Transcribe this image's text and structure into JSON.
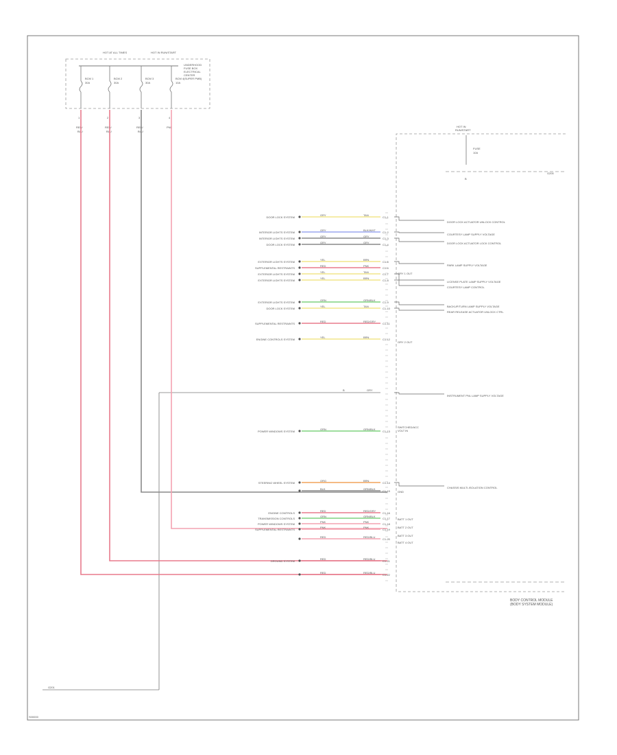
{
  "fuse_block_labels": {
    "hot_at_all_times": "HOT AT ALL TIMES",
    "hot_in_run_start": "HOT IN RUN/START",
    "notes": [
      "UNDERHOOD",
      "FUSE BOX",
      "ELECTRICAL",
      "CENTER",
      "(SUPER PMB)"
    ]
  },
  "fuses": [
    {
      "name": "BCM 1",
      "amps": "30A",
      "pin": "1"
    },
    {
      "name": "BCM 2",
      "amps": "30A",
      "pin": "2"
    },
    {
      "name": "BCM 3",
      "amps": "30A",
      "pin": "3"
    },
    {
      "name": "BCM 4",
      "amps": "10A",
      "pin": "4"
    }
  ],
  "fuse_circuits": [
    {
      "code": "RED/",
      "sub": "BLU"
    },
    {
      "code": "RED/",
      "sub": "BLU"
    },
    {
      "code": "RED/",
      "sub": "BLU"
    },
    {
      "code": "PNK",
      "sub": ""
    }
  ],
  "bcm_top": {
    "hot": "HOT IN",
    "hot_sub": "RUN/START",
    "fuse": "FUSE",
    "fuse_sub": "10A",
    "ground": "G200",
    "ground_pin": "B"
  },
  "left_signals": [
    {
      "label": "DOOR LOCK SYSTEM",
      "wire": "GRY",
      "color": "TAN",
      "pin": "C1-1"
    },
    {
      "label": "INTERIOR LIGHTS SYSTEM",
      "wire": "GRY",
      "color": "BLK/WHT",
      "pin": "C1-2"
    },
    {
      "label": "INTERIOR LIGHTS SYSTEM",
      "wire": "GRY",
      "color": "GRY",
      "pin": "C1-3"
    },
    {
      "label": "DOOR LOCK SYSTEM",
      "wire": "GRY",
      "color": "GRY",
      "pin": "C1-4"
    },
    {
      "label": "EXTERIOR LIGHTS SYSTEM",
      "wire": "YEL",
      "color": "BRN",
      "pin": "C1-5"
    },
    {
      "label": "SUPPLEMENTAL RESTRAINTS",
      "wire": "RED",
      "color": "PNK",
      "pin": "C1-6"
    },
    {
      "label": "EXTERIOR LIGHTS SYSTEM",
      "wire": "YEL",
      "color": "TAN",
      "pin": "C1-7"
    },
    {
      "label": "EXTERIOR LIGHTS SYSTEM",
      "wire": "YEL",
      "color": "BRN",
      "pin": "C1-8"
    },
    {
      "label": "EXTERIOR LIGHTS SYSTEM",
      "wire": "GRN",
      "color": "GRN/BLK",
      "pin": "C1-9"
    },
    {
      "label": "DOOR LOCK SYSTEM",
      "wire": "YEL",
      "color": "TAN",
      "pin": "C1-10"
    },
    {
      "label": "SUPPLEMENTAL RESTRAINTS",
      "wire": "RED",
      "color": "RED/GRY",
      "pin": "C1-11"
    },
    {
      "label": "ENGINE CONTROLS SYSTEM",
      "wire": "YEL",
      "color": "BRN",
      "pin": "C1-12"
    },
    {
      "label": "POWER WINDOWS SYSTEM",
      "wire": "GRN",
      "color": "GRN/BLK",
      "pin": "C1-13"
    },
    {
      "label": "STEERING WHEEL SYSTEM",
      "wire": "ORG",
      "color": "BRN",
      "pin": "C1-14"
    },
    {
      "label": "",
      "wire": "BLK",
      "color": "GRN/BLK",
      "pin": "C1-15"
    },
    {
      "label": "ENGINE CONTROLS",
      "wire": "RED",
      "color": "RED/GRY",
      "pin": "C1-16"
    },
    {
      "label": "TRANSMISSION CONTROLS",
      "wire": "GRN",
      "color": "GRN/BLK",
      "pin": "C1-17"
    },
    {
      "label": "POWER WINDOWS SYSTEM",
      "wire": "PNK",
      "color": "PNK",
      "pin": "C1-18"
    },
    {
      "label": "SUPPLEMENTAL RESTRAINTS",
      "wire": "PNK",
      "color": "PNK",
      "pin": "C1-19"
    },
    {
      "label": "",
      "wire": "RED",
      "color": "RED/BLU",
      "pin": "C1-20"
    },
    {
      "label": "GROUND SYSTEM",
      "wire": "RED",
      "color": "RED/BLU",
      "pin": "C1-21"
    },
    {
      "label": "",
      "wire": "RED",
      "color": "RED/BLU",
      "pin": "C1-22"
    }
  ],
  "mid_signal": {
    "wire": "GRY",
    "label": "B"
  },
  "right_functions": [
    "DOOR LOCK ACTUATOR UNLOCK CONTROL",
    "COURTESY LAMP SUPPLY VOLTAGE",
    "DOOR LOCK ACTUATOR LOCK CONTROL",
    "PARK LAMP SUPPLY VOLTAGE",
    "LICENSE PLATE LAMP SUPPLY VOLTAGE",
    "COURTESY LAMP CONTROL",
    "BACKUP/TURN LAMP SUPPLY VOLTAGE",
    "REAR RELEASE ACTUATOR UNLOCK CTRL",
    "INSTRUMENT PNL LAMP SUPPLY VOLTAGE",
    "CHASSIS MULTI-ISOLATION CONTROL"
  ],
  "bcm_notes": [
    "GRY 1 OUT",
    "GRY 2 OUT",
    "SWITCHED/ACC",
    "VOLT IN",
    "BATT 1 OUT",
    "GND",
    "BATT 2 OUT",
    "BATT 3 OUT",
    "BATT 4 OUT"
  ],
  "module_name": [
    "BODY CONTROL MODULE",
    "(BODY SYSTEM MODULE)"
  ],
  "ground_ref": "G201",
  "footer_code": "S00000",
  "colors": {
    "frame": "#777777",
    "red_wire": "#e87a8c",
    "pink_wire": "#f4a2b0",
    "yellow_wire": "#f2e58a",
    "green_wire": "#7fd27f",
    "blue_wire": "#9aa6ef",
    "orange_wire": "#f2a35a",
    "gray_wire": "#888888"
  }
}
